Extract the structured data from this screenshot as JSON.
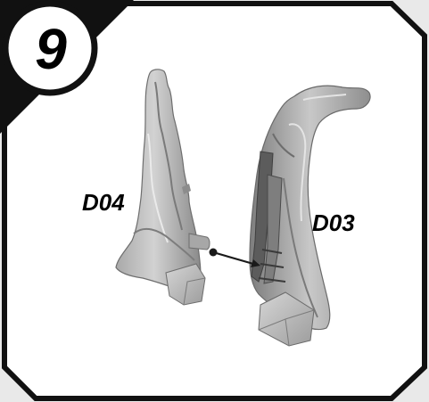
{
  "step": {
    "number": "9"
  },
  "parts": [
    {
      "id": "d04",
      "label": "D04"
    },
    {
      "id": "d03",
      "label": "D03"
    }
  ],
  "colors": {
    "frame": "#111111",
    "panel": "#ffffff",
    "page_background": "#e9e9e9",
    "part_light": "#b9b9b9",
    "part_mid": "#8f8f8f",
    "part_dark": "#5a5a5a",
    "arrow": "#1a1a1a"
  },
  "icons": [
    "step-badge",
    "assembly-arrow-icon"
  ]
}
